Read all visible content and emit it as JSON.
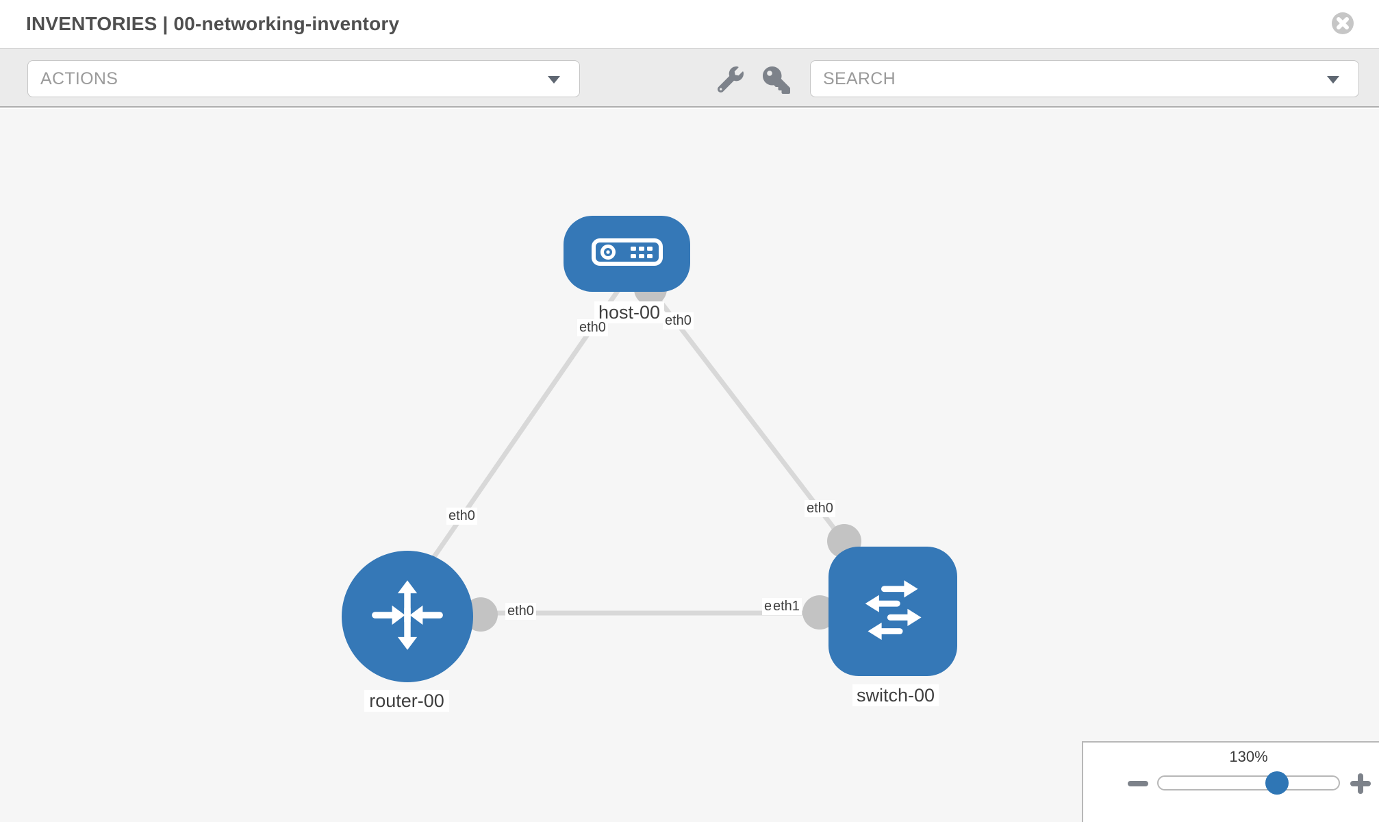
{
  "header": {
    "title": "INVENTORIES | 00-networking-inventory"
  },
  "toolbar": {
    "actions_label": "ACTIONS",
    "search_label": "SEARCH"
  },
  "topology": {
    "nodes": [
      {
        "id": "host-00",
        "type": "host",
        "label": "host-00"
      },
      {
        "id": "router-00",
        "type": "router",
        "label": "router-00"
      },
      {
        "id": "switch-00",
        "type": "switch",
        "label": "switch-00"
      }
    ],
    "links": [
      {
        "a": "router-00",
        "b": "host-00",
        "a_label": "eth0",
        "b_label": "eth0"
      },
      {
        "a": "host-00",
        "b": "switch-00",
        "a_label": "eth0",
        "b_label": "eth0"
      },
      {
        "a": "router-00",
        "b": "switch-00",
        "a_label": "eth0",
        "b_labels": [
          "eth0",
          "eth1"
        ]
      }
    ]
  },
  "zoom_control": {
    "level": "130%",
    "percent": 65
  },
  "colors": {
    "node_blue": "#3578b7",
    "link_gray": "#d8d8d8",
    "interface_dot": "#c3c3c3",
    "toolbar_bg": "#ebebeb",
    "canvas_bg": "#f6f6f6",
    "slider_thumb": "#2f76b5",
    "icon_gray": "#7d828a"
  }
}
